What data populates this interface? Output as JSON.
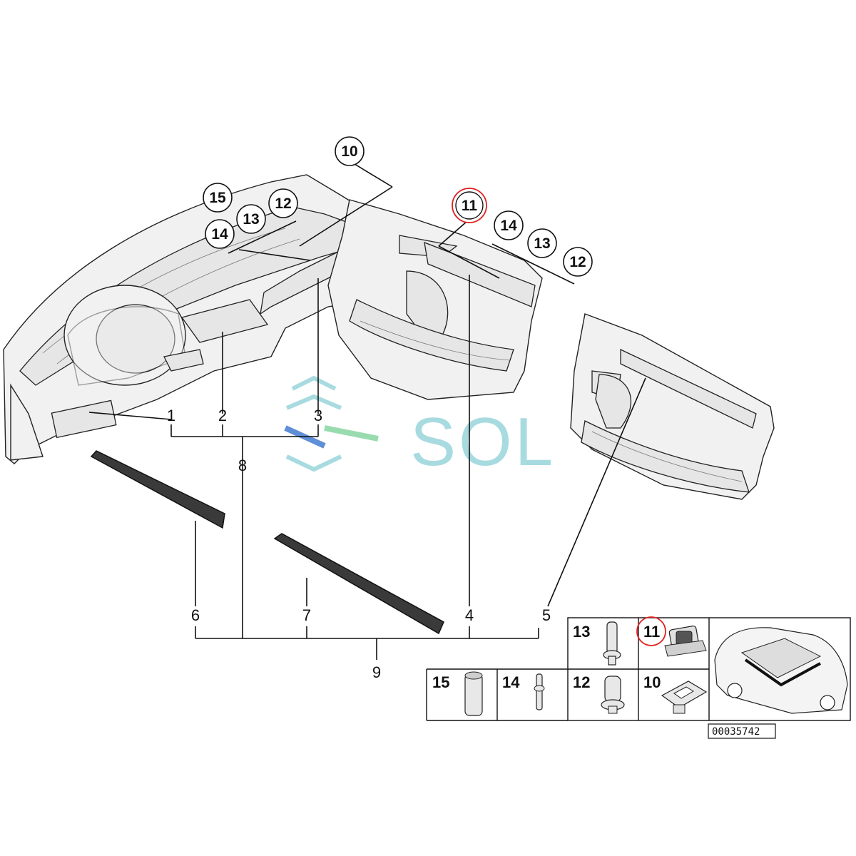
{
  "labels": {
    "callout_10": "10",
    "callout_15": "15",
    "callout_12_a": "12",
    "callout_13_a": "13",
    "callout_14_a": "14",
    "callout_11_a": "11",
    "callout_14_b": "14",
    "callout_13_b": "13",
    "callout_12_b": "12",
    "part_1": "1",
    "part_2": "2",
    "part_3": "3",
    "part_8": "8",
    "part_6": "6",
    "part_7": "7",
    "part_4": "4",
    "part_5": "5",
    "part_9": "9"
  },
  "legend": {
    "cell_13": "13",
    "cell_11": "11",
    "cell_15": "15",
    "cell_14": "14",
    "cell_12": "12",
    "cell_10": "10"
  },
  "diagram_code": "00035742",
  "watermark": "SOL",
  "colors": {
    "highlight_circle": "#e02020",
    "watermark": "#a8dbe0",
    "watermark_bar_blue": "#5f8fd6",
    "watermark_bar_green": "#7fd39a"
  }
}
